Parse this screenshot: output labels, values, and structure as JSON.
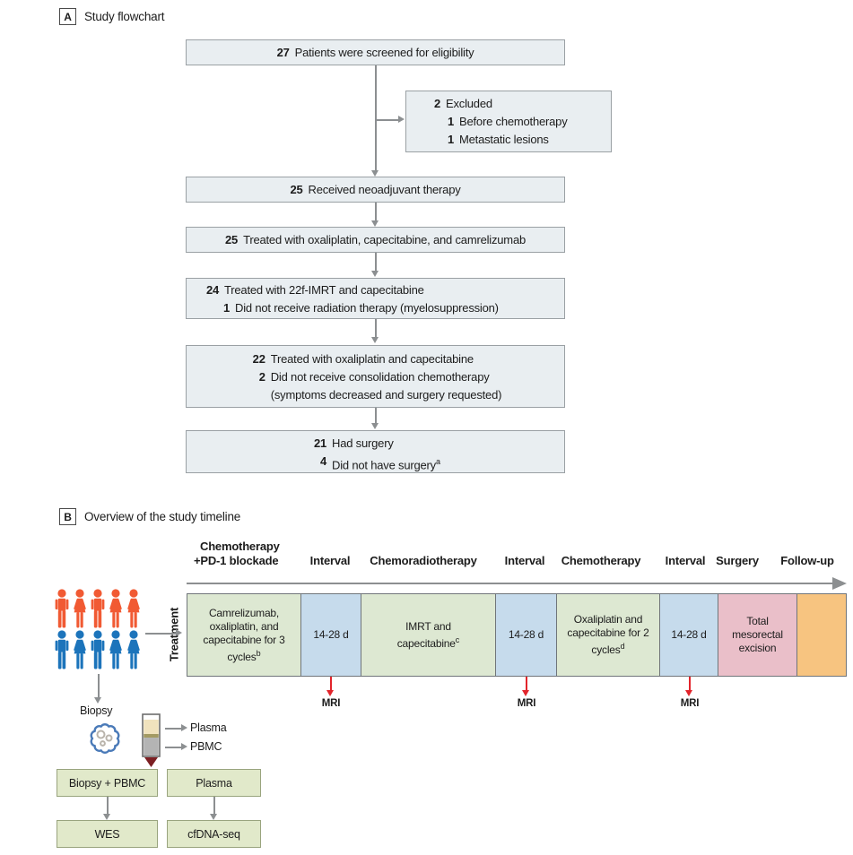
{
  "colors": {
    "flow_box_fill": "#e9eef1",
    "flow_box_border": "#9aa0a4",
    "cell_green": "#dde8d2",
    "cell_blue": "#c6dbec",
    "cell_pink": "#eabfc9",
    "cell_orange": "#f7c480",
    "sample_box_fill": "#e1e9ca",
    "arrow_gray": "#8c8f91",
    "mri_red": "#e2242b",
    "person_orange": "#f15a33",
    "person_blue": "#1c74bb",
    "biopsy_icon_blue": "#4a7ab8",
    "tube_plasma": "#f0e2bd",
    "tube_buffy": "#a39a63",
    "tube_pbmc": "#b4b4b4",
    "tube_tip": "#7c1f23",
    "text": "#1c1c1c"
  },
  "panelA": {
    "tag": "A",
    "title": "Study flowchart",
    "boxes": {
      "screened": {
        "num": "27",
        "text": "Patients were screened for eligibility"
      },
      "excluded": {
        "l1n": "2",
        "l1t": "Excluded",
        "l2n": "1",
        "l2t": "Before chemotherapy",
        "l3n": "1",
        "l3t": "Metastatic lesions"
      },
      "neoadjuvant": {
        "num": "25",
        "text": "Received neoadjuvant therapy"
      },
      "triplet": {
        "num": "25",
        "text": "Treated with oxaliplatin, capecitabine, and camrelizumab"
      },
      "imrt": {
        "l1n": "24",
        "l1t": "Treated with 22f-IMRT and capecitabine",
        "l2n": "1",
        "l2t": "Did not receive radiation therapy (myelosuppression)"
      },
      "consolidation": {
        "l1n": "22",
        "l1t": "Treated with oxaliplatin and capecitabine",
        "l2n": "2",
        "l2t": "Did not receive consolidation chemotherapy",
        "l3t": "(symptoms decreased and surgery requested)"
      },
      "surgery": {
        "l1n": "21",
        "l1t": "Had surgery",
        "l2n": "4",
        "l2t": "Did not have surgery",
        "l2sup": "a"
      }
    }
  },
  "panelB": {
    "tag": "B",
    "title": "Overview of the study timeline",
    "headers": {
      "h1a": "Chemotherapy",
      "h1b": "+PD-1 blockade",
      "h2": "Interval",
      "h3": "Chemoradiotherapy",
      "h4": "Interval",
      "h5": "Chemotherapy",
      "h6": "Interval",
      "h7": "Surgery",
      "h8": "Follow-up"
    },
    "treatment_label": "Treatment",
    "cells": {
      "c1": {
        "text": "Camrelizumab, oxaliplatin, and capecitabine for 3 cycles",
        "sup": "b"
      },
      "c2": {
        "text": "14-28 d"
      },
      "c3": {
        "text": "IMRT and capecitabine",
        "sup": "c"
      },
      "c4": {
        "text": "14-28 d"
      },
      "c5": {
        "text": "Oxaliplatin and capecitabine for 2 cycles",
        "sup": "d"
      },
      "c6": {
        "text": "14-28 d"
      },
      "c7": {
        "text": "Total mesorectal excision"
      },
      "c8": {
        "text": ""
      }
    },
    "mri1": "MRI",
    "mri2": "MRI",
    "mri3": "MRI",
    "biopsy_label": "Biopsy",
    "tube_labels": {
      "plasma": "Plasma",
      "pbmc": "PBMC"
    },
    "sample_flow": {
      "b1": "Biopsy + PBMC",
      "b2": "Plasma",
      "b3": "WES",
      "b4": "cfDNA-seq"
    }
  }
}
